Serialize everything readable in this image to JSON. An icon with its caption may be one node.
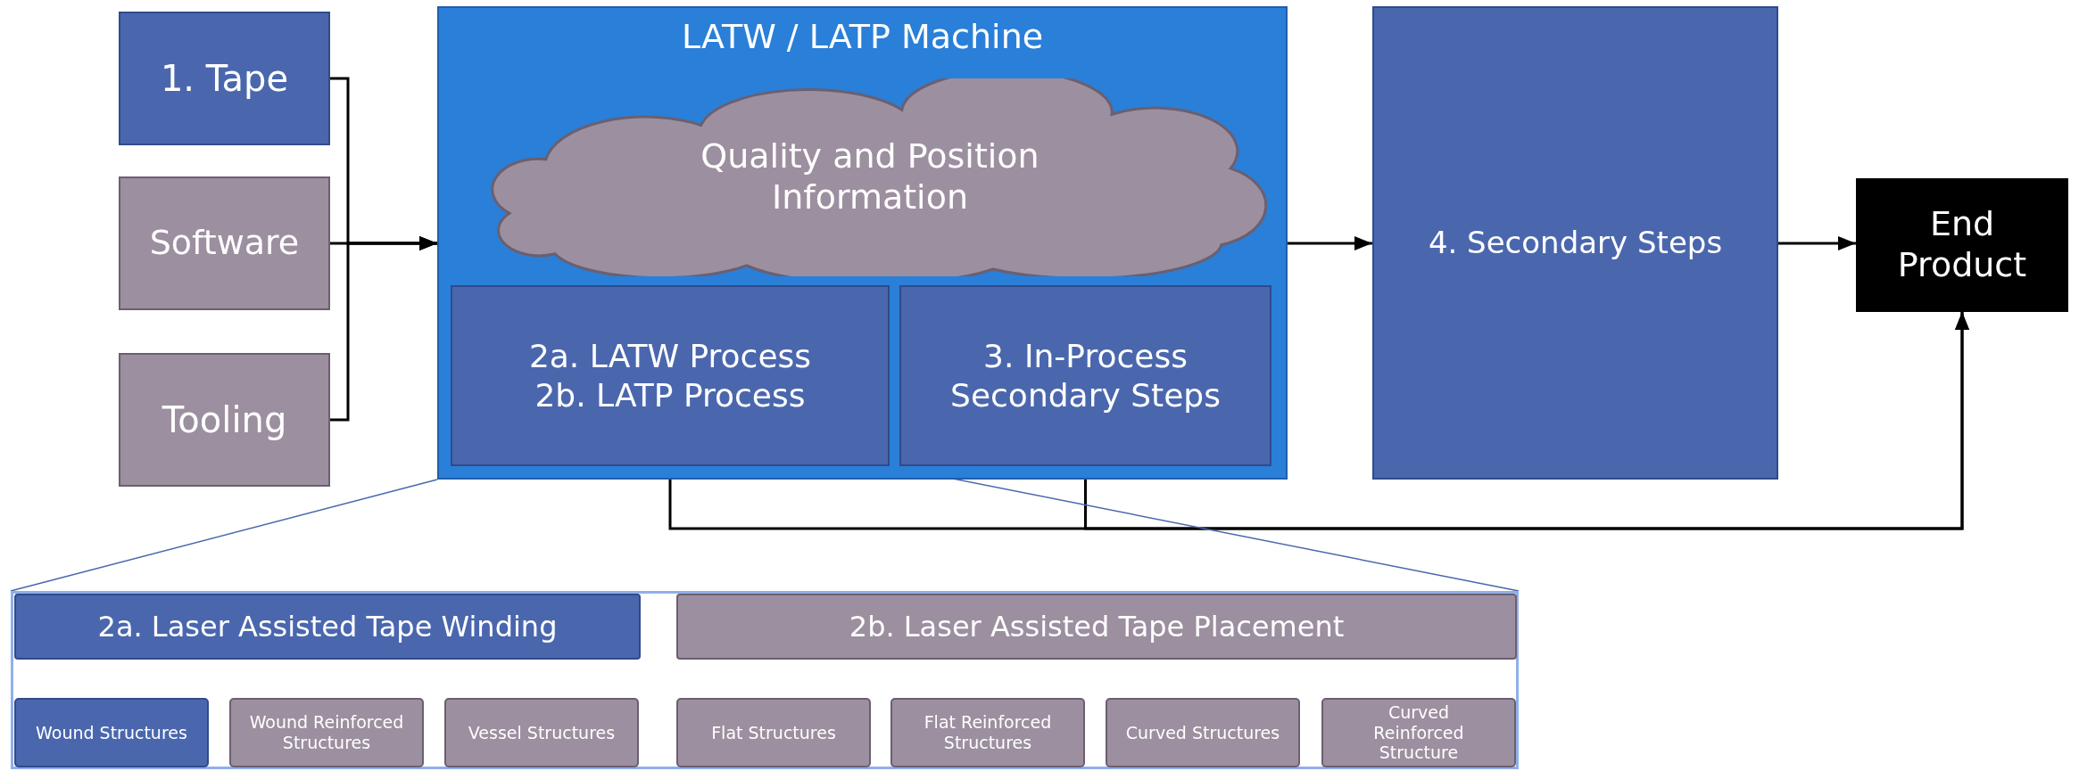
{
  "diagram": {
    "nodes": [
      {
        "text": [
          "1. Tape"
        ]
      },
      {
        "text": [
          "Software"
        ]
      },
      {
        "text": [
          "Tooling"
        ]
      },
      {
        "text": [
          "LATW / LATP Machine"
        ]
      },
      {
        "text": [
          "Quality and Position Information"
        ],
        "in": 3
      },
      {
        "text": [
          "2a. LATW Process",
          "2b. LATP Process"
        ],
        "in": 3
      },
      {
        "text": [
          "3. In-Process Secondary Steps"
        ],
        "in": 3
      },
      {
        "text": [
          "4. Secondary Steps"
        ]
      },
      {
        "text": [
          "End Product"
        ]
      },
      {
        "text": [],
        "shape": "box"
      },
      {
        "text": [
          "2a. Laser Assisted Tape Winding"
        ],
        "in": 9
      },
      {
        "text": [
          "2b. Laser Assisted Tape Placement"
        ],
        "in": 9
      },
      {
        "text": [
          "Wound Structures"
        ],
        "in": 9
      },
      {
        "text": [
          "Wound Reinforced Structures"
        ],
        "in": 9
      },
      {
        "text": [
          "Vessel Structures"
        ],
        "in": 9
      },
      {
        "text": [
          "Flat Structures"
        ],
        "in": 9
      },
      {
        "text": [
          "Flat Reinforced Structures"
        ],
        "in": 9
      },
      {
        "text": [
          "Curved Structures"
        ],
        "in": 9
      },
      {
        "text": [
          "Curved Reinforced Structure"
        ],
        "in": 9
      }
    ],
    "edges": [
      {
        "from": 0,
        "to": 3,
        "arrow": "to"
      },
      {
        "from": 1,
        "to": 3,
        "arrow": "to"
      },
      {
        "from": 2,
        "to": 3,
        "arrow": "to"
      },
      {
        "from": 3,
        "to": 7,
        "arrow": "to"
      },
      {
        "from": 7,
        "to": 8,
        "arrow": "to"
      },
      {
        "from": 5,
        "to": 8,
        "arrow": "to"
      },
      {
        "from": 6,
        "to": 8,
        "arrow": "to"
      },
      {
        "from": 3,
        "to": 9,
        "arrow": "none",
        "color": "#4a67ae"
      },
      {
        "from": 5,
        "to": 9,
        "arrow": "none",
        "color": "#4a67ae"
      }
    ]
  }
}
